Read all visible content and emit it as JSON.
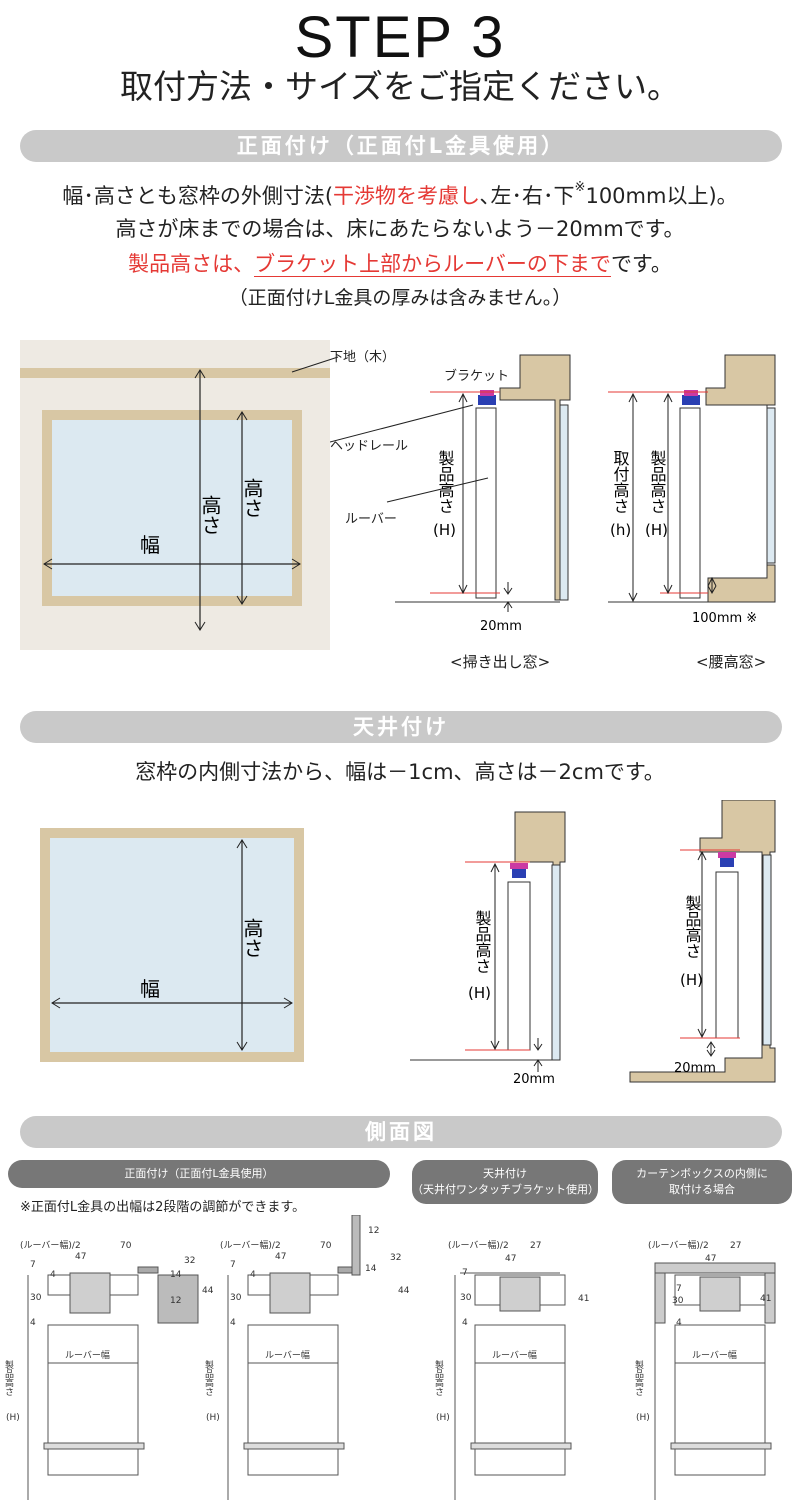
{
  "header": {
    "step": "STEP 3",
    "subtitle": "取付方法・サイズをご指定ください。"
  },
  "section1": {
    "bar": "正面付け（正面付L金具使用）",
    "line1_a": "幅･高さとも窓枠の外側寸法(",
    "line1_red": "干渉物を考慮し",
    "line1_b": "､左･右･下",
    "line1_mark": "※",
    "line1_c": "100mm以上)。",
    "line2": "高さが床までの場合は、床にあたらないよう－20mmです。",
    "line3_red1": "製品高さは、",
    "line3_red2": "ブラケット上部からルーバーの下まで",
    "line3_b": "です。",
    "line4": "（正面付けL金具の厚みは含みません。）",
    "labels": {
      "base": "下地（木）",
      "bracket": "ブラケット",
      "headrail": "ヘッドレール",
      "louver": "ルーバー",
      "height": "高さ",
      "width": "幅",
      "product_height": "製品高さ",
      "h_paren": "(H)",
      "mount_height": "取付高さ",
      "h_small": "(h)",
      "gap20": "20mm",
      "gap100": "100mm ※",
      "caption_left": "<掃き出し窓>",
      "caption_right": "<腰高窓>"
    }
  },
  "section2": {
    "bar": "天井付け",
    "line1": "窓枠の内側寸法から、幅は－1cm、高さは－2cmです。",
    "labels": {
      "height": "高さ",
      "width": "幅",
      "product_height": "製品高さ",
      "h_paren": "(H)",
      "gap20a": "20mm",
      "gap20b": "20mm"
    }
  },
  "section3": {
    "bar": "側面図",
    "tab1": "正面付け（正面付L金具使用）",
    "tab2_l1": "天井付け",
    "tab2_l2": "（天井付ワンタッチブラケット使用）",
    "tab3_l1": "カーテンボックスの内側に",
    "tab3_l2": "取付ける場合",
    "note": "※正面付L金具の出幅は2段階の調節ができます。",
    "dims": {
      "half": "(ルーバー幅)/2",
      "d70": "70",
      "d27": "27",
      "d47": "47",
      "d12": "12",
      "d14": "14",
      "d32": "32",
      "d44": "44",
      "d41": "41",
      "d7": "7",
      "d4": "4",
      "d30": "30",
      "louver_w": "ルーバー幅",
      "prod_h": "製品高さ",
      "h": "(H)"
    }
  }
}
